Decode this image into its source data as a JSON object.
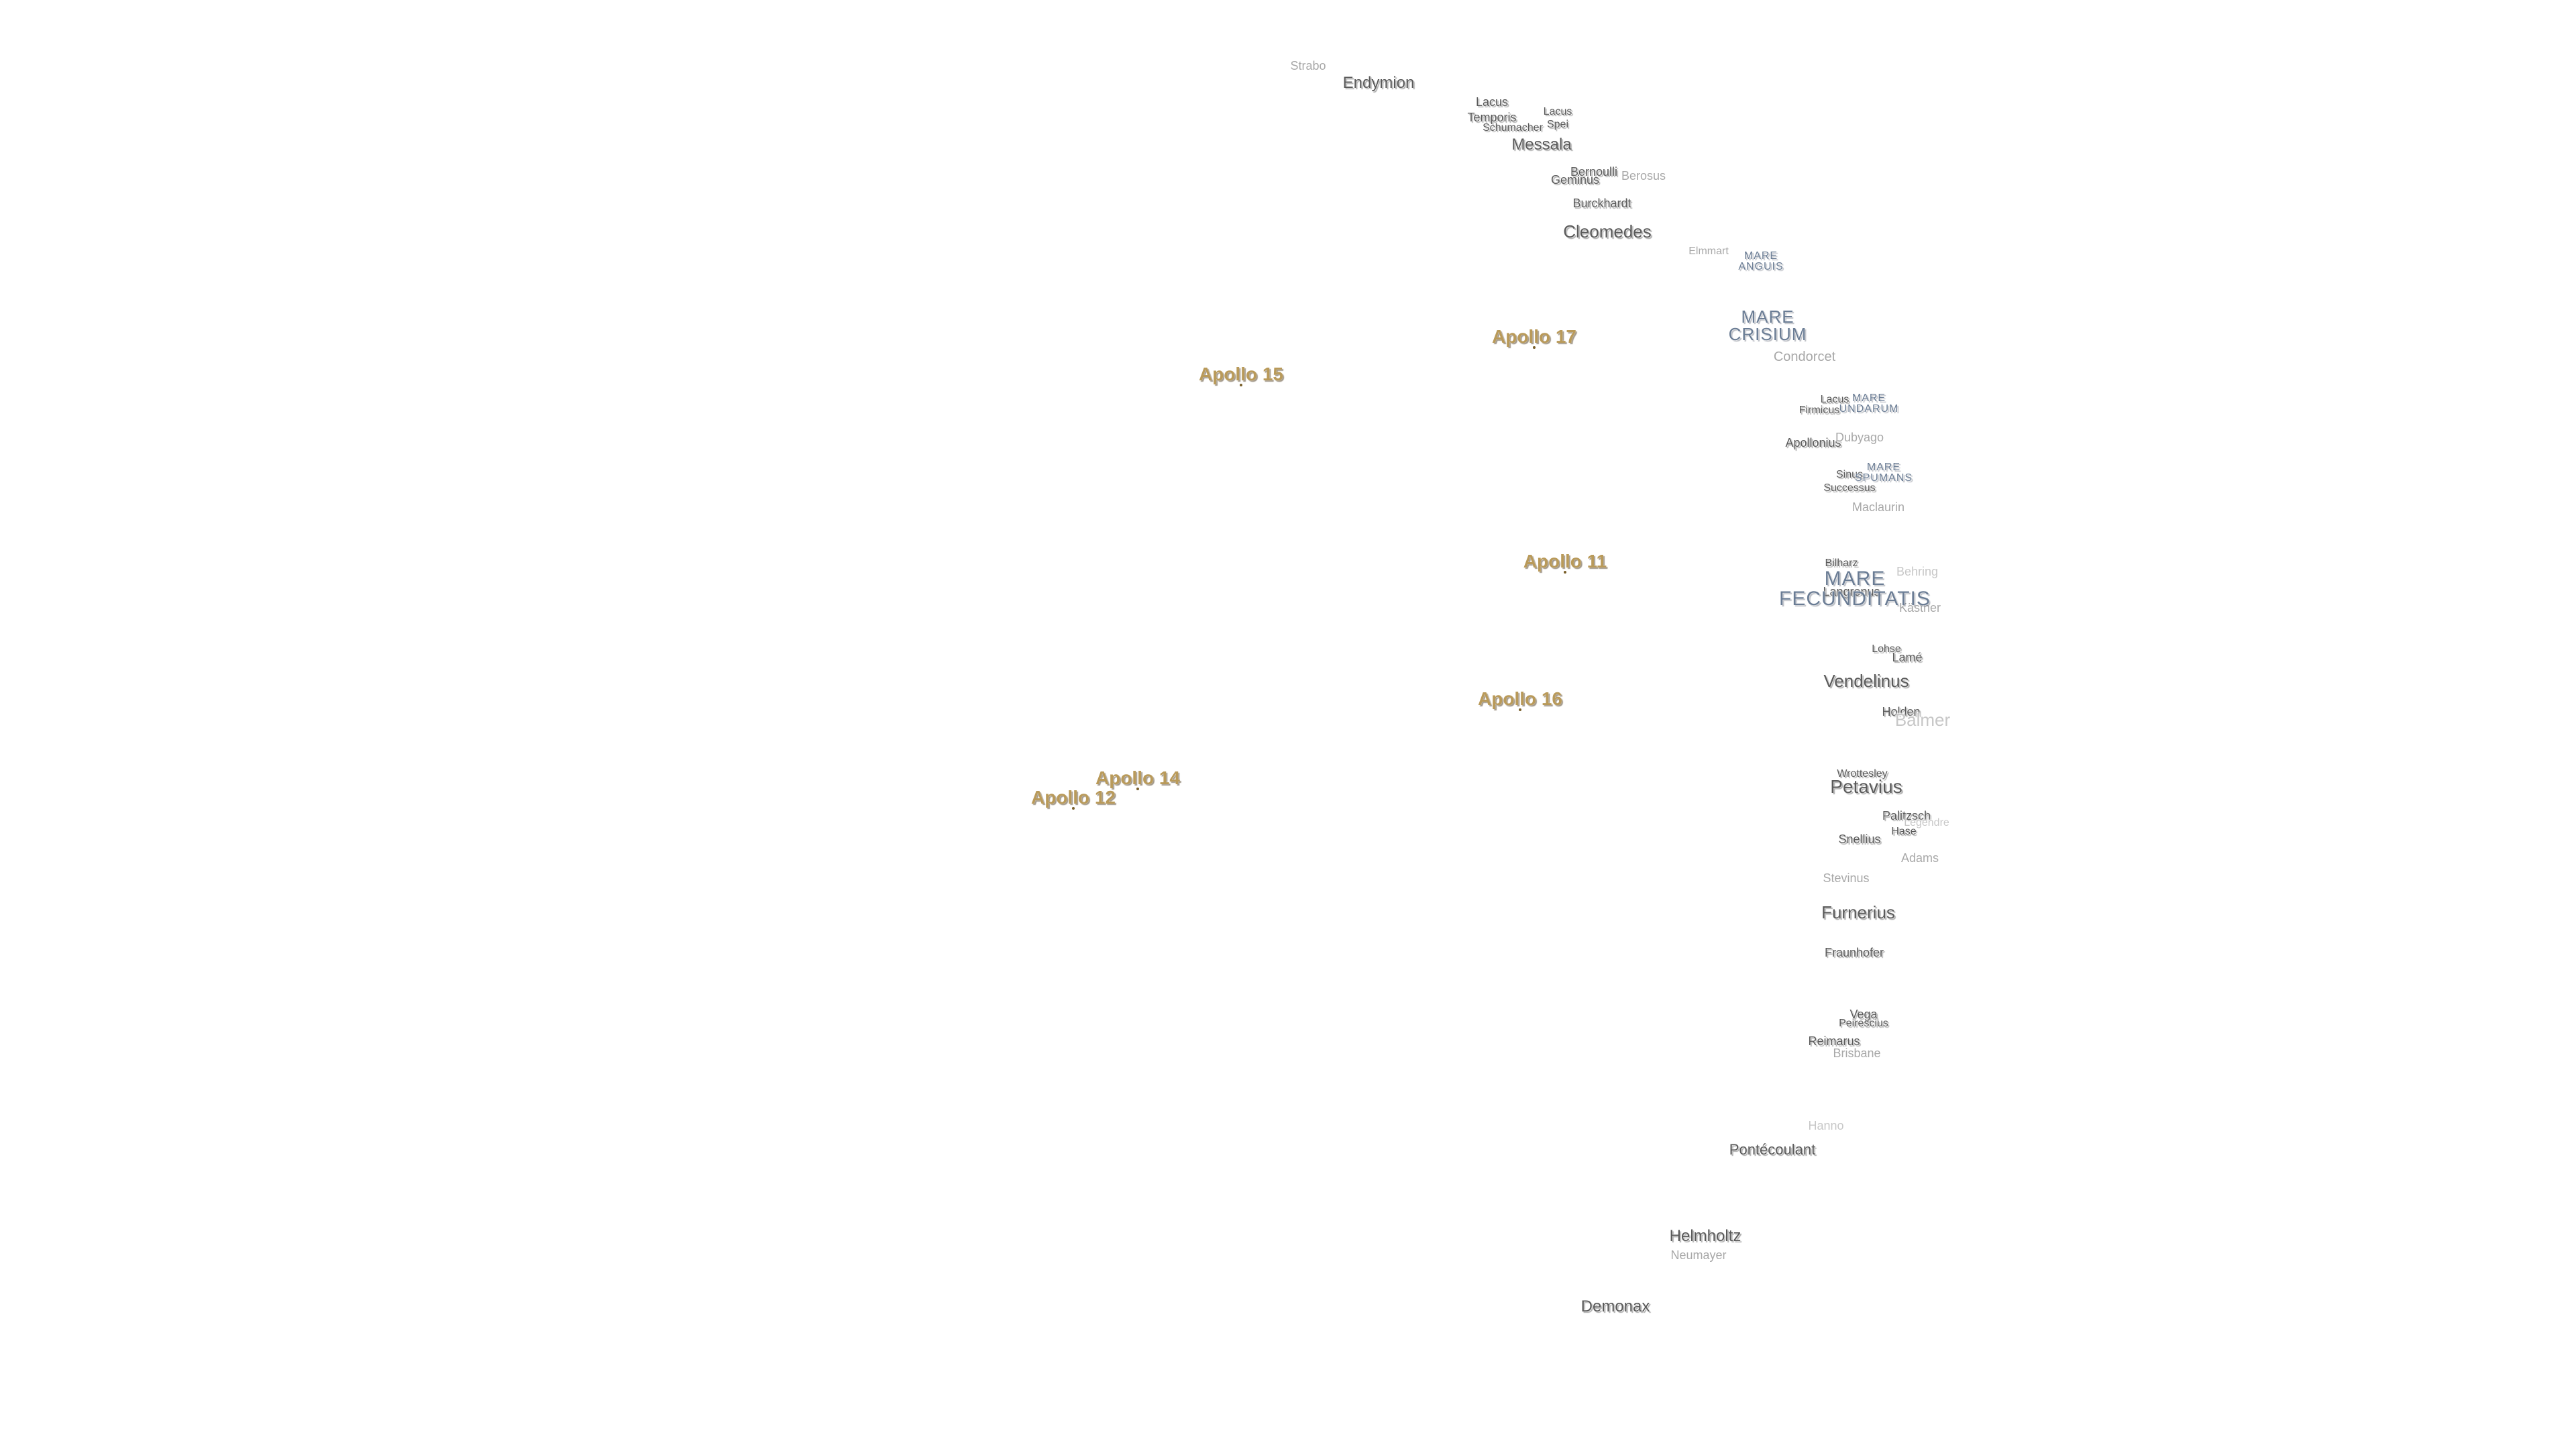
{
  "map": {
    "features": [
      {
        "name": "Strabo",
        "tone": "light",
        "size": 18
      },
      {
        "name": "Endymion",
        "tone": "dark",
        "size": 24
      },
      {
        "name": "Lacus",
        "tone": "dark",
        "size": 18
      },
      {
        "name": "Temporis",
        "tone": "dark",
        "size": 18
      },
      {
        "name": "Schumacher",
        "tone": "dark",
        "size": 16
      },
      {
        "name": "Lacus",
        "tone": "dark",
        "size": 16
      },
      {
        "name": "Spei",
        "tone": "dark",
        "size": 16
      },
      {
        "name": "Messala",
        "tone": "dark",
        "size": 24
      },
      {
        "name": "Bernoulli",
        "tone": "dark",
        "size": 18
      },
      {
        "name": "Geminus",
        "tone": "dark",
        "size": 18
      },
      {
        "name": "Berosus",
        "tone": "light",
        "size": 18
      },
      {
        "name": "Burckhardt",
        "tone": "dark",
        "size": 18
      },
      {
        "name": "Cleomedes",
        "tone": "dark",
        "size": 26
      },
      {
        "name": "Elmmart",
        "tone": "light",
        "size": 16
      },
      {
        "name": "Condorcet",
        "tone": "light",
        "size": 20
      },
      {
        "name": "Lacus",
        "tone": "dark",
        "size": 16
      },
      {
        "name": "Firmicus",
        "tone": "dark",
        "size": 16
      },
      {
        "name": "Apollonius",
        "tone": "dark",
        "size": 18
      },
      {
        "name": "Dubyago",
        "tone": "light",
        "size": 18
      },
      {
        "name": "Sinus",
        "tone": "dark",
        "size": 16
      },
      {
        "name": "Successus",
        "tone": "dark",
        "size": 16
      },
      {
        "name": "Maclaurin",
        "tone": "light",
        "size": 18
      },
      {
        "name": "Bilharz",
        "tone": "dark",
        "size": 16
      },
      {
        "name": "Behring",
        "tone": "lightest",
        "size": 18
      },
      {
        "name": "Langrenus",
        "tone": "dark",
        "size": 18
      },
      {
        "name": "Kästner",
        "tone": "light",
        "size": 18
      },
      {
        "name": "Lohse",
        "tone": "dark",
        "size": 16
      },
      {
        "name": "Lamé",
        "tone": "dark",
        "size": 18
      },
      {
        "name": "Vendelinus",
        "tone": "dark",
        "size": 26
      },
      {
        "name": "Holden",
        "tone": "dark",
        "size": 18
      },
      {
        "name": "Balmer",
        "tone": "lightest",
        "size": 26
      },
      {
        "name": "Wrottesley",
        "tone": "dark",
        "size": 16
      },
      {
        "name": "Petavius",
        "tone": "dark",
        "size": 28
      },
      {
        "name": "Palitzsch",
        "tone": "dark",
        "size": 18
      },
      {
        "name": "Hase",
        "tone": "dark",
        "size": 16
      },
      {
        "name": "Legendre",
        "tone": "lightest",
        "size": 16
      },
      {
        "name": "Snellius",
        "tone": "dark",
        "size": 18
      },
      {
        "name": "Adams",
        "tone": "light",
        "size": 18
      },
      {
        "name": "Stevinus",
        "tone": "light",
        "size": 18
      },
      {
        "name": "Furnerius",
        "tone": "dark",
        "size": 26
      },
      {
        "name": "Fraunhofer",
        "tone": "dark",
        "size": 18
      },
      {
        "name": "Vega",
        "tone": "dark",
        "size": 18
      },
      {
        "name": "Peirescius",
        "tone": "dark",
        "size": 16
      },
      {
        "name": "Reimarus",
        "tone": "dark",
        "size": 18
      },
      {
        "name": "Brisbane",
        "tone": "light",
        "size": 18
      },
      {
        "name": "Hanno",
        "tone": "lightest",
        "size": 18
      },
      {
        "name": "Pontécoulant",
        "tone": "dark",
        "size": 22
      },
      {
        "name": "Helmholtz",
        "tone": "dark",
        "size": 24
      },
      {
        "name": "Neumayer",
        "tone": "light",
        "size": 18
      },
      {
        "name": "Demonax",
        "tone": "dark",
        "size": 24
      }
    ],
    "maria": [
      {
        "name": "MARE\nANGUIS",
        "size": 16
      },
      {
        "name": "MARE\nCRISIUM",
        "size": 26
      },
      {
        "name": "MARE\nUNDARUM",
        "size": 16
      },
      {
        "name": "MARE\nSPUMANS",
        "size": 16
      },
      {
        "name": "MARE\nFECUNDITATIS",
        "size": 30
      }
    ],
    "apollo_sites": [
      {
        "name": "Apollo 15",
        "size": 28
      },
      {
        "name": "Apollo 17",
        "size": 28
      },
      {
        "name": "Apollo 11",
        "size": 28
      },
      {
        "name": "Apollo 16",
        "size": 28
      },
      {
        "name": "Apollo 14",
        "size": 28
      },
      {
        "name": "Apollo 12",
        "size": 28
      }
    ]
  }
}
